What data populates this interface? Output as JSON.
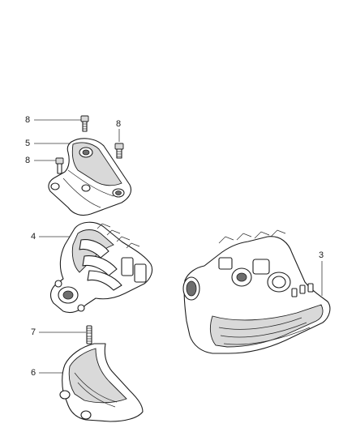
{
  "callouts": [
    {
      "id": "c8a",
      "label": "8"
    },
    {
      "id": "c8b",
      "label": "8"
    },
    {
      "id": "c5",
      "label": "5"
    },
    {
      "id": "c8c",
      "label": "8"
    },
    {
      "id": "c4",
      "label": "4"
    },
    {
      "id": "c3",
      "label": "3"
    },
    {
      "id": "c7",
      "label": "7"
    },
    {
      "id": "c6",
      "label": "6"
    }
  ]
}
